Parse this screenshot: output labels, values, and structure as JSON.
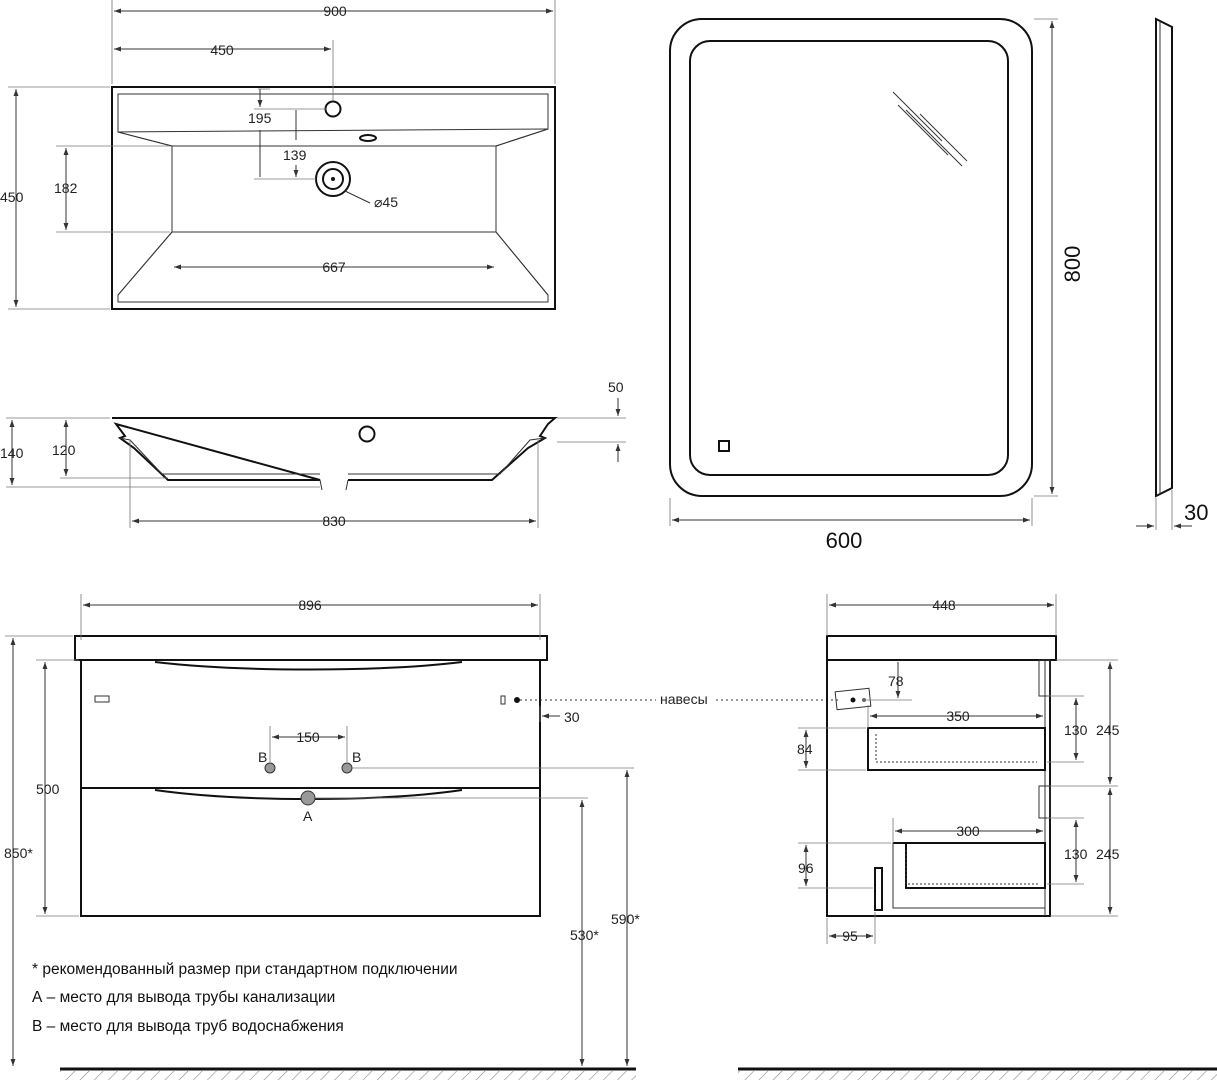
{
  "basin_top": {
    "width": "900",
    "tap_offset": "450",
    "depth": "450",
    "tap_to_edge": "195",
    "tap_to_drain": "139",
    "bowl_depth": "182",
    "drain_diameter": "⌀45",
    "bowl_width": "667"
  },
  "basin_side": {
    "rim_height": "50",
    "total_height": "140",
    "bowl_height": "120",
    "bottom_width": "830"
  },
  "mirror": {
    "height": "800",
    "width": "600",
    "thickness": "30"
  },
  "cabinet_front": {
    "width": "896",
    "hinges_label": "навесы",
    "hinge_offset": "30",
    "pipe_spacing": "150",
    "label_b": "B",
    "label_a": "A",
    "height": "500",
    "total_height": "850*",
    "drain_height": "530*",
    "supply_height": "590*"
  },
  "cabinet_side": {
    "depth": "448",
    "hinge_offset": "78",
    "drawer1_depth": "350",
    "drawer1_height": "84",
    "drawer1_inner": "130",
    "drawer1_section": "245",
    "drawer2_depth": "300",
    "drawer2_height": "96",
    "drawer2_inner": "130",
    "drawer2_section": "245",
    "plinth_offset": "95"
  },
  "notes": {
    "star": "* рекомендованный размер при стандартном подключении",
    "a": "А – место для вывода трубы канализации",
    "b": "В – место для вывода труб водоснабжения"
  }
}
